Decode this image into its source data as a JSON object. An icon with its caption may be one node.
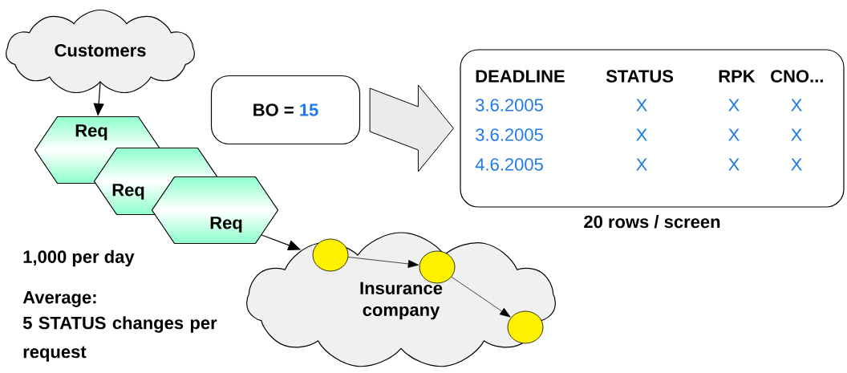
{
  "diagram": {
    "nodes": [
      {
        "text": [
          "Customers"
        ]
      },
      {
        "text": [
          "BO =",
          "15"
        ]
      },
      {
        "text": [],
        "shape": "box"
      },
      {
        "text": [
          "Req"
        ]
      },
      {
        "text": [
          "Req"
        ]
      },
      {
        "text": [
          "Req"
        ]
      },
      {
        "text": [
          "Insurance company"
        ]
      },
      {
        "text": [],
        "shape": "circle",
        "in": 6
      },
      {
        "text": [],
        "shape": "circle",
        "in": 6
      },
      {
        "text": [],
        "shape": "circle",
        "in": 6
      }
    ],
    "edges": [
      {
        "from": 0,
        "to": 3,
        "arrow": "to"
      },
      {
        "from": 1,
        "to": 2,
        "arrow": "to",
        "style": "thick"
      },
      {
        "from": 5,
        "to": 6,
        "arrow": "to"
      },
      {
        "from": 7,
        "to": 8,
        "arrow": "to"
      },
      {
        "from": 8,
        "to": 9,
        "arrow": "to"
      }
    ],
    "labels": [
      "DEADLINE",
      "STATUS",
      "RPK",
      "CNO...",
      "3.6.2005",
      "X",
      "X",
      "X",
      "3.6.2005",
      "X",
      "X",
      "X",
      "4.6.2005",
      "X",
      "X",
      "X",
      "20 rows / screen",
      "1,000 per day",
      "Average:",
      "5 STATUS changes per request"
    ]
  }
}
